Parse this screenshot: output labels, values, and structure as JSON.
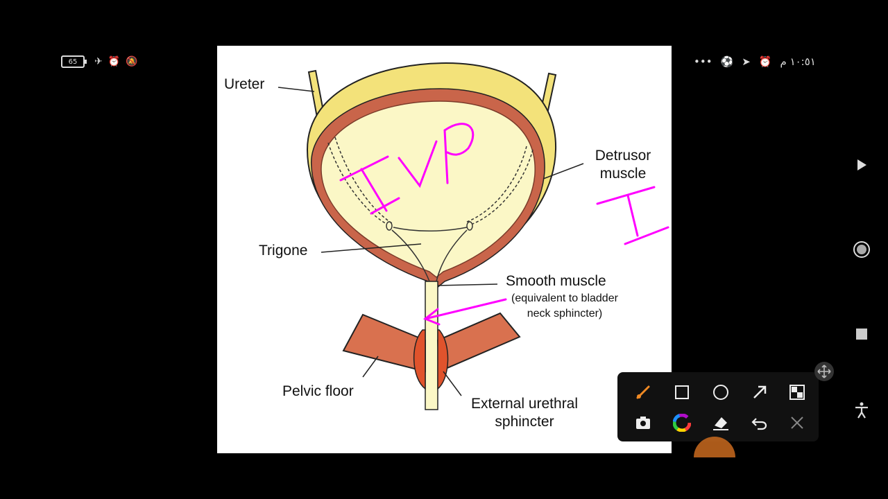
{
  "status_bar": {
    "battery_level": "65",
    "left_icons": [
      "battery-icon",
      "airplane-icon",
      "alarm-icon",
      "bell-off-icon"
    ],
    "time": "١٠:٥١ م",
    "right_icons": [
      "more-dots-icon",
      "soccer-ball-icon",
      "telegram-icon",
      "alarm-icon"
    ]
  },
  "diagram": {
    "labels": {
      "ureter": "Ureter",
      "detrusor": "Detrusor muscle",
      "trigone": "Trigone",
      "smooth_muscle": "Smooth muscle",
      "smooth_muscle_note": "(equivalent to bladder neck sphincter)",
      "pelvic_floor": "Pelvic floor",
      "external_sphincter": "External urethral sphincter"
    },
    "colors": {
      "bladder_wall": "#f3e27a",
      "muscle": "#c9654a",
      "lumen": "#fbf7c6",
      "pelvic": "#d9714f",
      "ink": "#ff00ff"
    }
  },
  "annotations": {
    "ink_text": "IVP",
    "ink_text_2": "I"
  },
  "right_nav": {
    "icons": [
      "play-icon",
      "record-icon",
      "stop-icon",
      "accessibility-icon"
    ]
  },
  "toolbar": {
    "tools": [
      "brush-icon",
      "rectangle-icon",
      "circle-icon",
      "arrow-icon",
      "checker-icon",
      "camera-icon",
      "color-wheel-icon",
      "eraser-icon",
      "undo-icon",
      "close-icon"
    ],
    "move_handle": "move-icon"
  }
}
